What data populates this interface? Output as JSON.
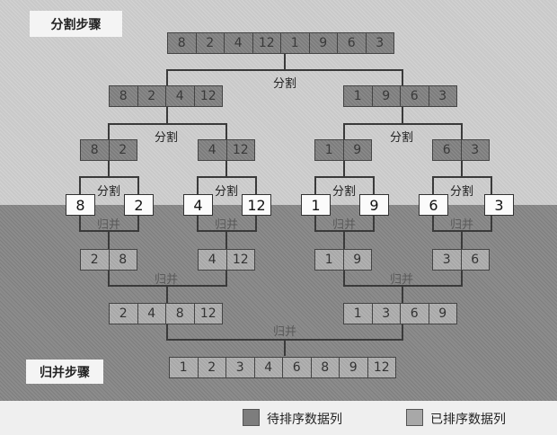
{
  "labels": {
    "split_steps": "分割步骤",
    "merge_steps": "归并步骤",
    "split_op": "分割",
    "merge_op": "归并"
  },
  "split": {
    "level0": [
      8,
      2,
      4,
      12,
      1,
      9,
      6,
      3
    ],
    "level1": [
      [
        8,
        2,
        4,
        12
      ],
      [
        1,
        9,
        6,
        3
      ]
    ],
    "level2": [
      [
        8,
        2
      ],
      [
        4,
        12
      ],
      [
        1,
        9
      ],
      [
        6,
        3
      ]
    ],
    "leaves": [
      8,
      2,
      4,
      12,
      1,
      9,
      6,
      3
    ]
  },
  "merge": {
    "level1": [
      [
        2,
        8
      ],
      [
        4,
        12
      ],
      [
        1,
        9
      ],
      [
        3,
        6
      ]
    ],
    "level2": [
      [
        2,
        4,
        8,
        12
      ],
      [
        1,
        3,
        6,
        9
      ]
    ],
    "result": [
      1,
      2,
      3,
      4,
      6,
      8,
      9,
      12
    ]
  },
  "legend": [
    {
      "label": "待排序数据列",
      "swatch": "unsorted"
    },
    {
      "label": "已排序数据列",
      "swatch": "sorted"
    }
  ],
  "colors": {
    "split_background": "#c9c9c9",
    "merge_background": "#8c8c8c",
    "unsorted_cell": "#7d7d7d",
    "sorted_cell": "#a8a8a8",
    "leaf_cell": "#fbfbfb"
  }
}
